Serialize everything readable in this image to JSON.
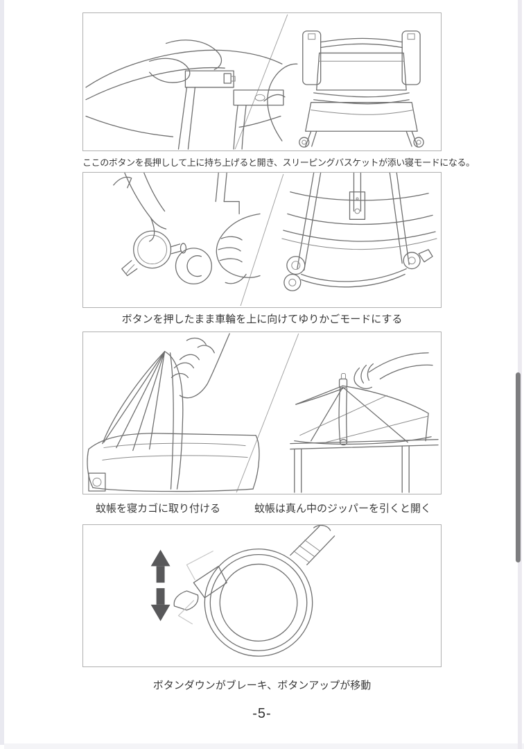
{
  "document": {
    "page_number": "-5-"
  },
  "panels": [
    {
      "id": "co-sleeping-mode",
      "caption": "ここのボタンを長押しして上に持ち上げると開き、スリーピングバスケットが添い寝モードになる。",
      "illustrations": [
        "hand-long-pressing-release-button",
        "crib-open-co-sleeping-mode"
      ]
    },
    {
      "id": "cradle-mode",
      "caption": "ボタンを押したまま車輪を上に向けてゆりかごモードにする",
      "illustrations": [
        "hands-pressing-wheel-button",
        "wheels-turned-up-cradle-mode"
      ]
    },
    {
      "id": "mosquito-net",
      "caption_left": "蚊帳を寝カゴに取り付ける",
      "caption_right": "蚊帳は真ん中のジッパーを引くと開く",
      "illustrations": [
        "attaching-mosquito-net-to-basket",
        "pulling-center-zipper-of-net"
      ]
    },
    {
      "id": "caster-brake",
      "caption": "ボタンダウンがブレーキ、ボタンアップが移動",
      "illustrations": [
        "caster-wheel-with-brake-lever"
      ]
    }
  ],
  "icons": {
    "up_arrow": "move (button up)",
    "down_arrow": "brake (button down)"
  },
  "scrollbar": {
    "visible": true
  },
  "colors": {
    "page_background": "#ffffff",
    "panel_border": "#b0b0b0",
    "line_art": "#6e6e6e",
    "caption_text": "#383838",
    "arrow": "#58585a",
    "scrollbar_thumb": "#7d7d7f",
    "edge_strip": "#e9e9f0"
  }
}
